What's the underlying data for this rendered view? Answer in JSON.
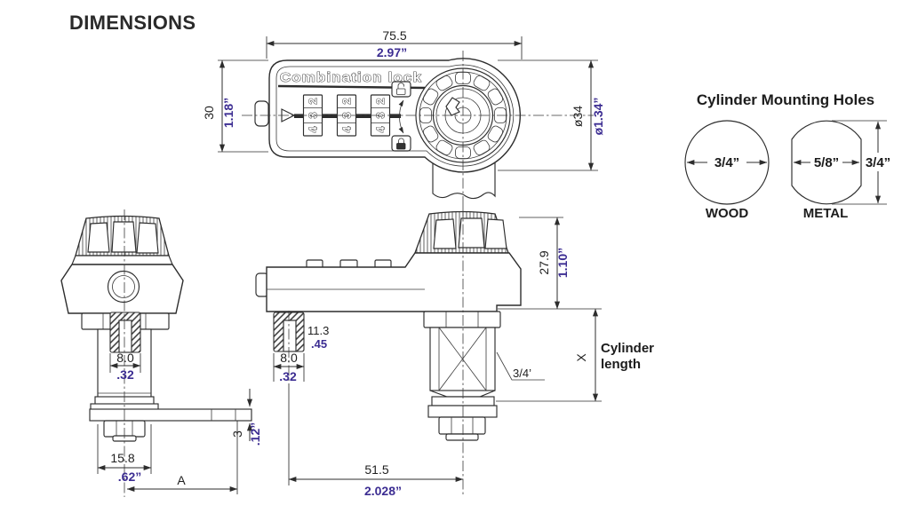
{
  "title": "DIMENSIONS",
  "colors": {
    "accent": "#3c2d92",
    "line": "#2d2d2d"
  },
  "top_view": {
    "product_label": "Combination lock",
    "digits": [
      "2",
      "3",
      "4"
    ],
    "width": {
      "mm": "75.5",
      "inch": "2.97”"
    },
    "height": {
      "mm": "30",
      "inch": "1.18”"
    },
    "dial_diameter": {
      "mm": "ø34",
      "inch": "ø1.34”"
    }
  },
  "mounting_holes": {
    "heading": "Cylinder Mounting Holes",
    "wood": {
      "label": "WOOD",
      "diameter": "3/4”"
    },
    "metal": {
      "label": "METAL",
      "width": "5/8”",
      "height": "3/4”"
    }
  },
  "front_view": {
    "stud_width": {
      "mm": "8.0",
      "inch": ".32"
    },
    "cam_width": {
      "mm": "15.8",
      "inch": ".62”"
    },
    "cam_thickness": {
      "mm": "3",
      "inch": ".12”"
    },
    "offset_label": "A"
  },
  "side_view": {
    "stud_length": {
      "mm": "11.3",
      "inch": ".45"
    },
    "stud_width": {
      "mm": "8.0",
      "inch": ".32"
    },
    "head_height": {
      "mm": "27.9",
      "inch": "1.10”"
    },
    "cylinder_diameter": "3/4’",
    "cylinder_length_symbol": "X",
    "cylinder_length_label": [
      "Cylinder",
      "length"
    ],
    "hole_spacing": {
      "mm": "51.5",
      "inch": "2.028”"
    }
  }
}
